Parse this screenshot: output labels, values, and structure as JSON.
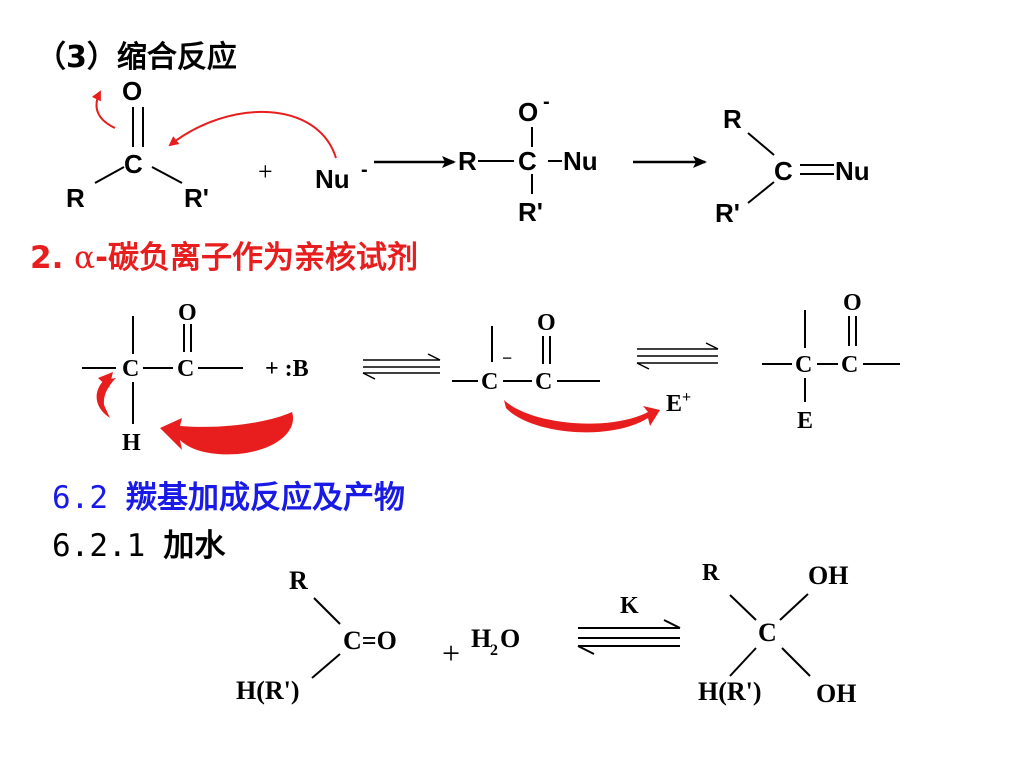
{
  "headings": {
    "condensation": "（3）缩合反应",
    "alpha_carbanion_num": "2.",
    "alpha_symbol": "α",
    "alpha_carbanion_text": "-碳负离子作为亲核试剂",
    "addition_num": "6.2",
    "addition_text": "羰基加成反应及产物",
    "water_num": "6.2.1",
    "water_text": "加水"
  },
  "reaction1": {
    "reactant": {
      "o": "O",
      "c": "C",
      "r": "R",
      "r_prime": "R'"
    },
    "plus": "+",
    "nucleophile": {
      "nu": "Nu",
      "charge": "-"
    },
    "intermediate": {
      "o": "O",
      "o_charge": "-",
      "r": "R",
      "c": "C",
      "nu": "Nu",
      "r_prime": "R'"
    },
    "product": {
      "r": "R",
      "c": "C",
      "nu": "Nu",
      "r_prime": "R'"
    }
  },
  "reaction2": {
    "reactant": {
      "o": "O",
      "c1": "C",
      "c2": "C",
      "h": "H",
      "plus_base": "+ :B"
    },
    "carbanion": {
      "o": "O",
      "charge": "−",
      "c1": "C",
      "c2": "C"
    },
    "electrophile": {
      "e": "E",
      "charge": "+"
    },
    "product": {
      "o": "O",
      "c1": "C",
      "c2": "C",
      "e": "E"
    }
  },
  "reaction3": {
    "reactant": {
      "r": "R",
      "carbonyl": "C=O",
      "hr": "H(R')"
    },
    "plus": "+",
    "water": {
      "h": "H",
      "sub": "2",
      "o": "O"
    },
    "equilibrium_label": "K",
    "product": {
      "r": "R",
      "c": "C",
      "oh_top": "OH",
      "hr": "H(R')",
      "oh_bottom": "OH"
    }
  },
  "colors": {
    "accent_red": "#e81e1e",
    "heading_blue": "#1a1ae6",
    "text": "#000000"
  }
}
